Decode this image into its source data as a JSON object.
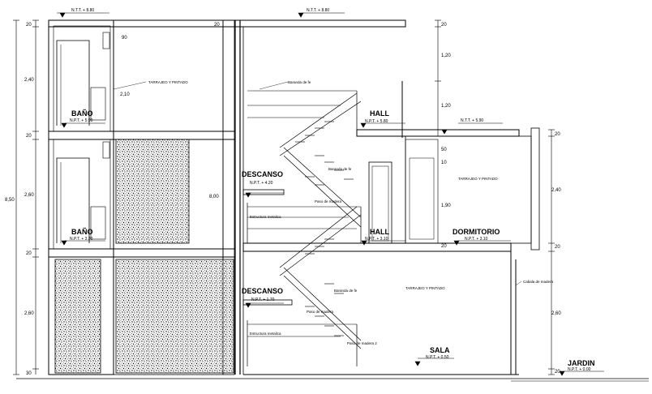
{
  "levels": {
    "top_left": "N.T.T. + 8.80",
    "top_mid": "N.T.T. + 8.80",
    "hall_upper": "N.P.T. + 5.80",
    "ntt_590": "N.T.T. + 5.90",
    "bano_upper": "N.P.T. + 5.90",
    "descanso_upper": "N.P.T. + 4.20",
    "bano_lower": "N.P.T. + 3.30",
    "hall_lower": "N.P.T. + 3.10",
    "dormitorio": "N.P.T. + 3.10",
    "descanso_lower": "N.P.T. + 1.70",
    "sala": "N.P.T. + 0.50",
    "jardin": "N.P.T. + 0.00"
  },
  "rooms": {
    "bano_upper": "BAÑO",
    "bano_lower": "BAÑO",
    "hall_upper": "HALL",
    "hall_lower": "HALL",
    "descanso_upper": "DESCANSO",
    "descanso_lower": "DESCANSO",
    "dormitorio": "DORMITORIO",
    "sala": "SALA",
    "jardin": "JARDIN"
  },
  "notes": {
    "tarrajeo_1": "TARRAJEO Y PINTADO",
    "tarrajeo_2": "TARRAJEO Y PINTADO",
    "tarrajeo_3": "TARRAJEO Y PINTADO",
    "baranda_1": "Baranda de fe",
    "baranda_2": "Baranda de fe",
    "baranda_3": "Baranda de fe",
    "paso_1": "Paso de madera",
    "paso_2": "Paso de madera",
    "paso_3": "Paso de madera 2",
    "estructura_1": "Estructura metalica",
    "estructura_2": "Estructura metalica",
    "cabala": "Cabala de madera"
  },
  "dimensions_left": [
    "20",
    "2,40",
    "20",
    "2,60",
    "20",
    "2,60",
    "30"
  ],
  "overall_left": "8,50",
  "overall_mid": "8,00",
  "dimensions_right": [
    "20",
    "1,20",
    "1,20",
    "20",
    "2,40",
    "20",
    "2,60",
    "20"
  ],
  "dormitorio_dims": [
    "50",
    "10",
    "1,90",
    "20"
  ],
  "misc_dims": {
    "left_top_20": "20",
    "mid_top_20": "20",
    "win_90": "90",
    "win_210": "2,10",
    "left_20_a": "20",
    "left_20_b": "20"
  }
}
